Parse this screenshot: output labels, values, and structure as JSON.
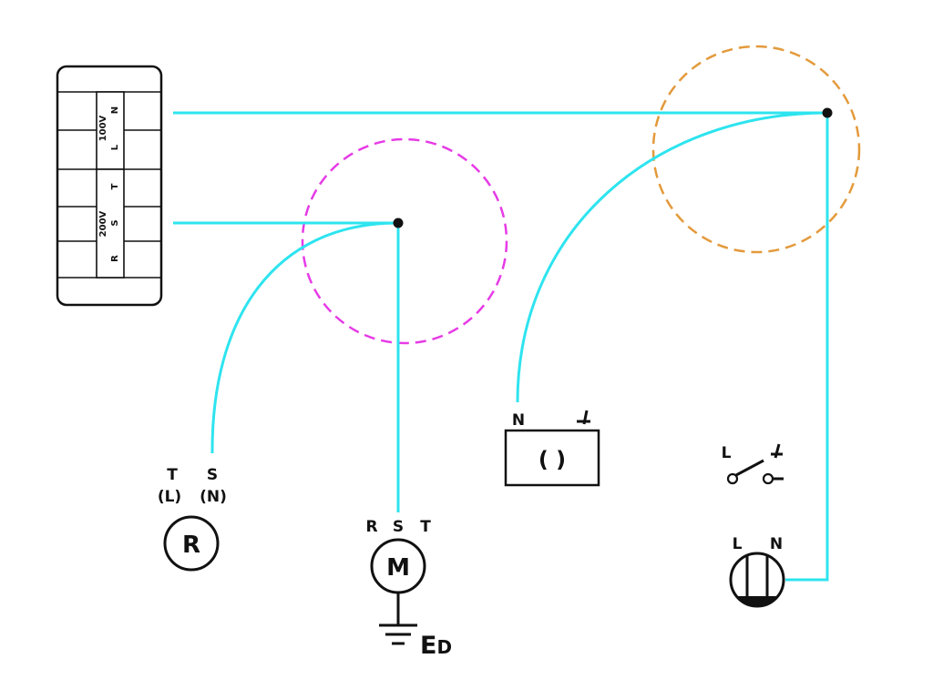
{
  "colors": {
    "wire": "#2de4ef",
    "junction_circle_left": "#e63be6",
    "junction_circle_right": "#e39a3b",
    "ink": "#111111",
    "background": "#ffffff"
  },
  "panel": {
    "voltage_100": "100V",
    "label_n": "N",
    "label_l": "L",
    "voltage_200": "200V",
    "label_t": "T",
    "label_s": "S",
    "label_r": "R"
  },
  "device_r": {
    "symbol": "R",
    "terminal_t": "T",
    "terminal_s": "S",
    "terminal_t_alt": "(L)",
    "terminal_s_alt": "(N)"
  },
  "motor": {
    "symbol": "M",
    "terminal_r": "R",
    "terminal_s": "S",
    "terminal_t": "T",
    "ground_label_main": "E",
    "ground_label_sub": "D"
  },
  "receptacle": {
    "terminal_n": "N",
    "symbol": "( )"
  },
  "switch": {
    "terminal_l": "L"
  },
  "lamp": {
    "terminal_l": "L",
    "terminal_n": "N"
  },
  "icons": {
    "junction_left": "dashed-circle-magenta",
    "junction_right": "dashed-circle-orange",
    "ground": "ground-symbol"
  }
}
